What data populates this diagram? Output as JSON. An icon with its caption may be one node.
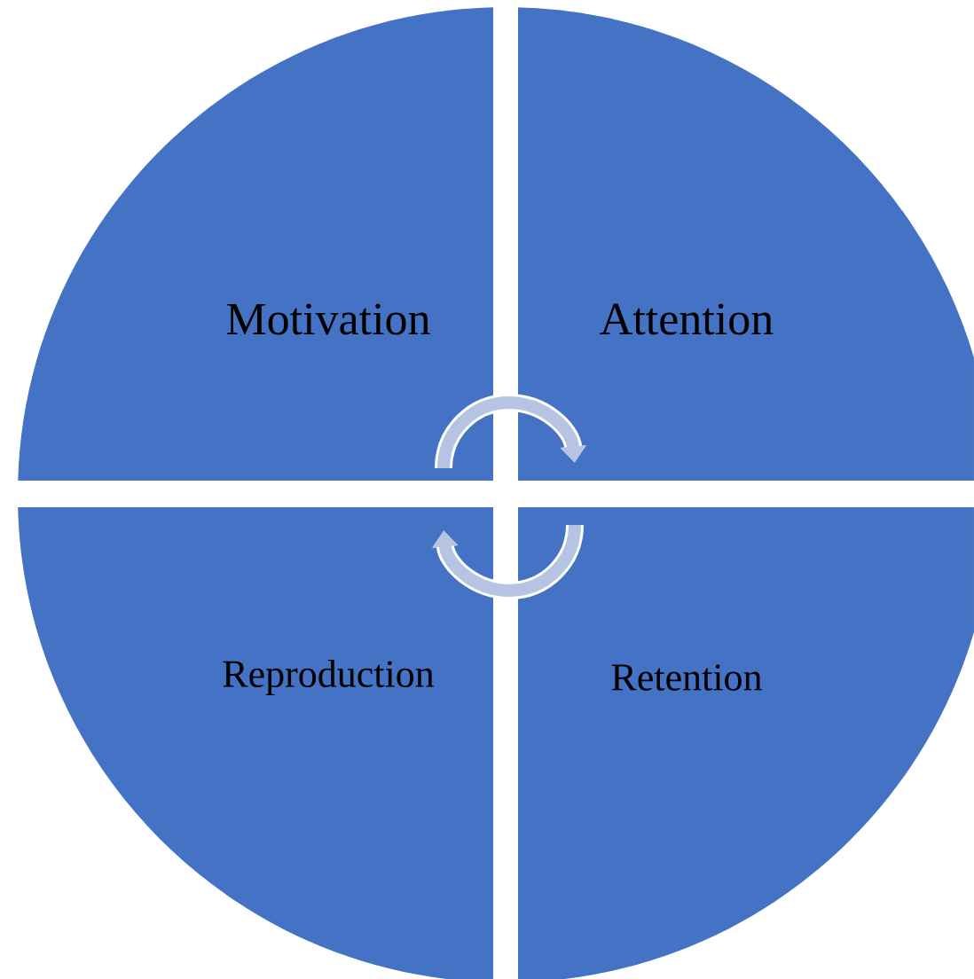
{
  "diagram": {
    "nodes": [
      {
        "text": [
          "Motivation"
        ]
      },
      {
        "text": [
          "Attention"
        ]
      },
      {
        "text": [
          "Reproduction"
        ]
      },
      {
        "text": [
          "Retention"
        ]
      }
    ],
    "edges": [
      {
        "from": 0,
        "to": 1,
        "arrow": "to"
      },
      {
        "from": 3,
        "to": 2,
        "arrow": "to"
      }
    ]
  }
}
